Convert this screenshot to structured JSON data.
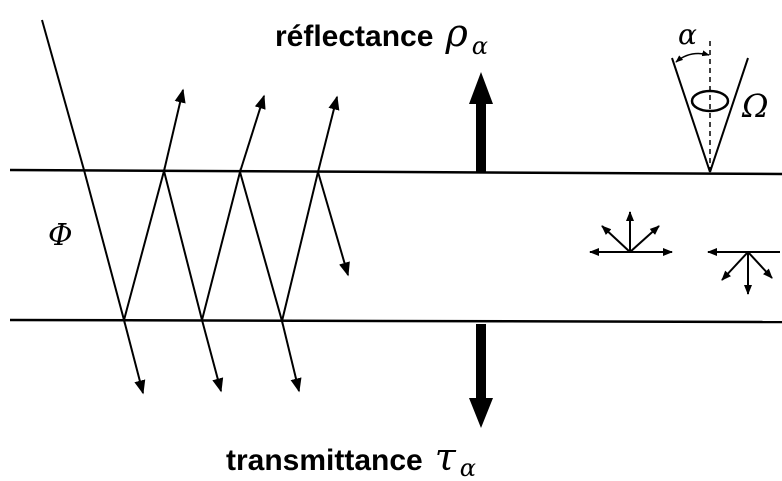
{
  "labels": {
    "reflectance_word": "réflectance",
    "reflectance_symbol": "ρ",
    "reflectance_sub": "α",
    "transmittance_word": "transmittance",
    "transmittance_symbol": "τ",
    "transmittance_sub": "α",
    "flux_symbol": "Φ",
    "angle_symbol": "α",
    "solid_angle_symbol": "Ω"
  },
  "colors": {
    "ink": "#000000",
    "background": "#ffffff"
  }
}
